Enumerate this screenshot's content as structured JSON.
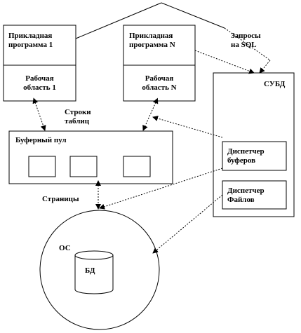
{
  "diagram": {
    "app1": {
      "name": "Прикладная\nпрограмма 1",
      "area": "Рабочая\nобласть 1"
    },
    "appN": {
      "name": "Прикладная\nпрограмма N",
      "area": "Рабочая\nобласть N"
    },
    "sql_queries": "Запросы\nна SQL",
    "dbms": {
      "title": "СУБД",
      "buffer_manager": "Диспетчер\nбуферов",
      "file_manager": "Диспетчер\nФайлов"
    },
    "table_rows": "Строки\nтаблиц",
    "buffer_pool": {
      "title": "Буферный пул"
    },
    "pages": "Страницы",
    "os": {
      "label": "ОС",
      "db": "БД"
    }
  }
}
